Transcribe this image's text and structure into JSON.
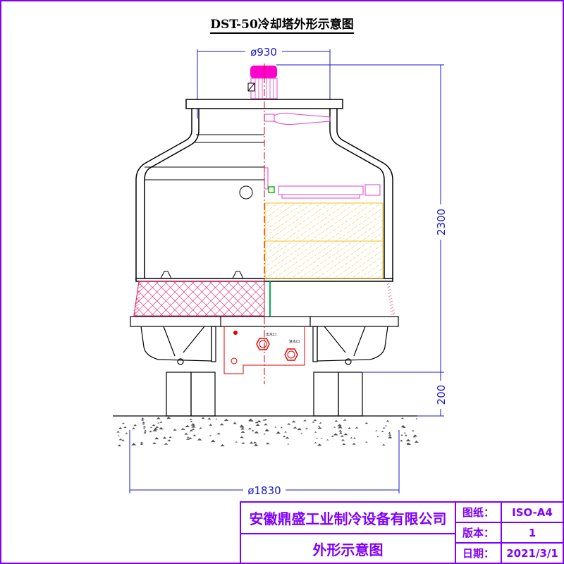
{
  "title": "DST-50冷却塔外形示意图",
  "dimensions": {
    "top_diameter": "ø930",
    "base_diameter": "ø1830",
    "body_height": "2300",
    "stand_height": "200"
  },
  "nozzles": {
    "outlet_label": "出水口",
    "inlet_label": "进水口"
  },
  "title_block": {
    "company": "安徽鼎盛工业制冷设备有限公司",
    "drawing_name": "外形示意图",
    "rows": [
      {
        "label": "图纸：",
        "value": "ISO-A4"
      },
      {
        "label": "版本：",
        "value": "1"
      },
      {
        "label": "日期：",
        "value": "2021/3/1"
      }
    ]
  },
  "colors": {
    "frame": "#8000ff",
    "dimension": "#1a1ad0",
    "centerline": "#e00000",
    "motor": "#ff00cc",
    "fill": "#f0c020"
  }
}
